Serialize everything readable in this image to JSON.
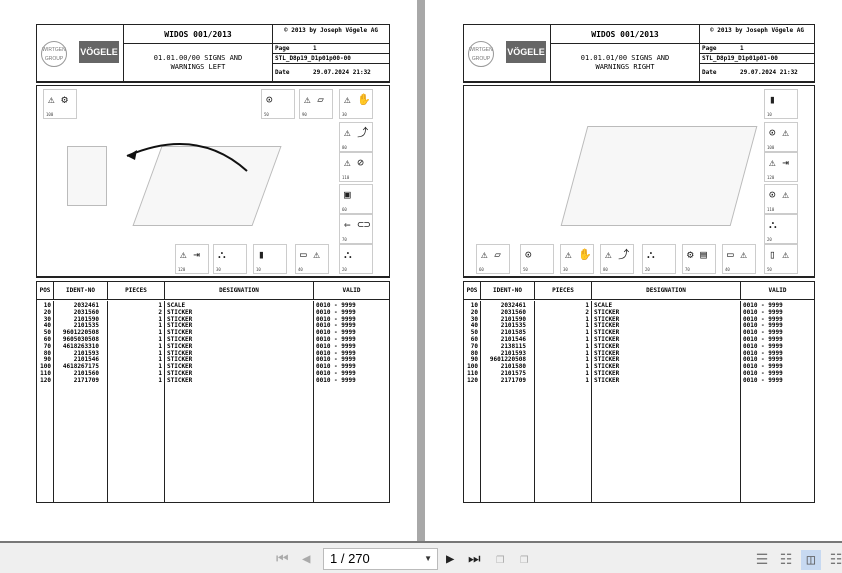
{
  "viewer": {
    "current_page": "1 / 270",
    "nav": {
      "first": "first-page",
      "prev": "previous-page",
      "next": "next-page",
      "last": "last-page"
    },
    "view_modes": [
      "single-page",
      "single-continuous",
      "two-page",
      "two-continuous"
    ],
    "active_view_mode": "two-page"
  },
  "pages": [
    {
      "header": {
        "logo_left": "WIRTGEN GROUP",
        "logo_right": "VÖGELE",
        "doc_title": "WIDOS 001/2013",
        "copyright": "© 2013 by Joseph Vögele AG",
        "section_title": "01.01.00/00 SIGNS AND\nWARNINGS LEFT",
        "page_label": "Page",
        "page_value": "1",
        "ref": "STL_D8p19_D1p01p00-00",
        "date_label": "Date",
        "date_value": "29.07.2024  21:32"
      },
      "signs": [
        {
          "num": "100",
          "glyph": "⚠ ⚙"
        },
        {
          "num": "50",
          "glyph": "⊙"
        },
        {
          "num": "90",
          "glyph": "⚠ ▱"
        },
        {
          "num": "30",
          "glyph": "⚠ ✋"
        },
        {
          "num": "80",
          "glyph": "⚠ ⤴"
        },
        {
          "num": "110",
          "glyph": "⚠ ⊘"
        },
        {
          "num": "60",
          "glyph": "▣"
        },
        {
          "num": "70",
          "glyph": "⇐ ⊂⊃"
        },
        {
          "num": "120",
          "glyph": "⚠ ⇥"
        },
        {
          "num": "30",
          "glyph": "⛬"
        },
        {
          "num": "10",
          "glyph": "▮"
        },
        {
          "num": "40",
          "glyph": "▭ ⚠"
        },
        {
          "num": "20",
          "glyph": "⛬"
        }
      ],
      "table": {
        "headers": [
          "POS",
          "IDENT-NO",
          "PIECES",
          "DESIGNATION",
          "VALID"
        ],
        "rows": [
          [
            "10",
            "2032461",
            "1",
            "SCALE",
            "0010 - 9999"
          ],
          [
            "20",
            "2031560",
            "2",
            "STICKER",
            "0010 - 9999"
          ],
          [
            "30",
            "2101590",
            "1",
            "STICKER",
            "0010 - 9999"
          ],
          [
            "40",
            "2101535",
            "1",
            "STICKER",
            "0010 - 9999"
          ],
          [
            "50",
            "9601220508",
            "1",
            "STICKER",
            "0010 - 9999"
          ],
          [
            "60",
            "9605030508",
            "1",
            "STICKER",
            "0010 - 9999"
          ],
          [
            "70",
            "4618263310",
            "1",
            "STICKER",
            "0010 - 9999"
          ],
          [
            "80",
            "2101593",
            "1",
            "STICKER",
            "0010 - 9999"
          ],
          [
            "90",
            "2101546",
            "1",
            "STICKER",
            "0010 - 9999"
          ],
          [
            "100",
            "4618267175",
            "1",
            "STICKER",
            "0010 - 9999"
          ],
          [
            "110",
            "2101560",
            "1",
            "STICKER",
            "0010 - 9999"
          ],
          [
            "120",
            "2171709",
            "1",
            "STICKER",
            "0010 - 9999"
          ]
        ]
      }
    },
    {
      "header": {
        "logo_left": "WIRTGEN GROUP",
        "logo_right": "VÖGELE",
        "doc_title": "WIDOS 001/2013",
        "copyright": "© 2013 by Joseph Vögele AG",
        "section_title": "01.01.01/00 SIGNS AND\nWARNINGS RIGHT",
        "page_label": "Page",
        "page_value": "1",
        "ref": "STL_D8p19_D1p01p01-00",
        "date_label": "Date",
        "date_value": "29.07.2024  21:32"
      },
      "signs": [
        {
          "num": "10",
          "glyph": "▮"
        },
        {
          "num": "100",
          "glyph": "⊙ ⚠"
        },
        {
          "num": "120",
          "glyph": "⚠ ⇥"
        },
        {
          "num": "110",
          "glyph": "⊙ ⚠"
        },
        {
          "num": "20",
          "glyph": "⛬"
        },
        {
          "num": "60",
          "glyph": "⚠ ▱"
        },
        {
          "num": "50",
          "glyph": "⊙"
        },
        {
          "num": "30",
          "glyph": "⚠ ✋"
        },
        {
          "num": "80",
          "glyph": "⚠ ⤴"
        },
        {
          "num": "20",
          "glyph": "⛬"
        },
        {
          "num": "70",
          "glyph": "⚙ ▤"
        },
        {
          "num": "40",
          "glyph": "▭ ⚠"
        },
        {
          "num": "50",
          "glyph": "▯ ⚠"
        }
      ],
      "table": {
        "headers": [
          "POS",
          "IDENT-NO",
          "PIECES",
          "DESIGNATION",
          "VALID"
        ],
        "rows": [
          [
            "10",
            "2032461",
            "1",
            "SCALE",
            "0010 - 9999"
          ],
          [
            "20",
            "2031560",
            "2",
            "STICKER",
            "0010 - 9999"
          ],
          [
            "30",
            "2101590",
            "1",
            "STICKER",
            "0010 - 9999"
          ],
          [
            "40",
            "2101535",
            "1",
            "STICKER",
            "0010 - 9999"
          ],
          [
            "50",
            "2101585",
            "1",
            "STICKER",
            "0010 - 9999"
          ],
          [
            "60",
            "2101546",
            "1",
            "STICKER",
            "0010 - 9999"
          ],
          [
            "70",
            "2138115",
            "1",
            "STICKER",
            "0010 - 9999"
          ],
          [
            "80",
            "2101593",
            "1",
            "STICKER",
            "0010 - 9999"
          ],
          [
            "90",
            "9601220508",
            "1",
            "STICKER",
            "0010 - 9999"
          ],
          [
            "100",
            "2101580",
            "1",
            "STICKER",
            "0010 - 9999"
          ],
          [
            "110",
            "2101575",
            "1",
            "STICKER",
            "0010 - 9999"
          ],
          [
            "120",
            "2171709",
            "1",
            "STICKER",
            "0010 - 9999"
          ]
        ]
      }
    }
  ]
}
